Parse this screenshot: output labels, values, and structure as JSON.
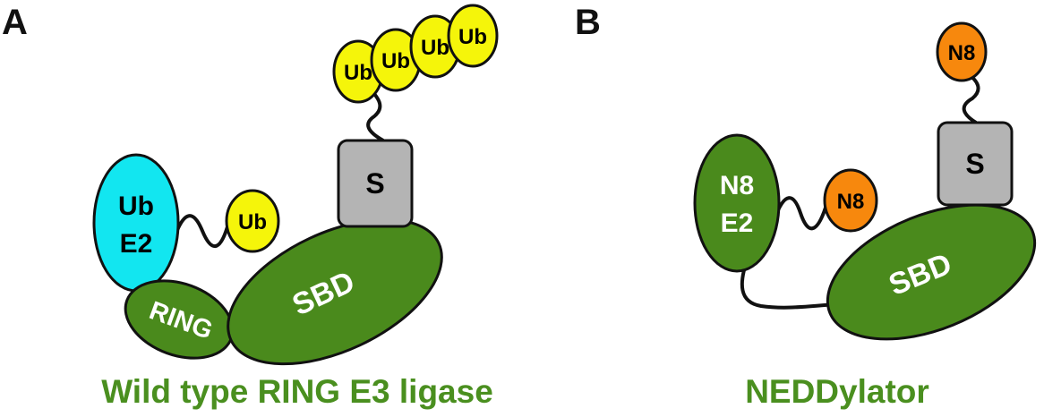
{
  "colors": {
    "green": "#4a8a1c",
    "caption_green": "#4a8f1f",
    "cyan": "#12e6f0",
    "yellow": "#f5f50a",
    "orange": "#f7880d",
    "gray": "#b4b4b4",
    "outline": "#111111"
  },
  "panel_a": {
    "letter": "A",
    "e2_line1": "Ub",
    "e2_line2": "E2",
    "ub_on_e2": "Ub",
    "ring": "RING",
    "sbd": "SBD",
    "substrate": "S",
    "ub_chain": [
      "Ub",
      "Ub",
      "Ub",
      "Ub"
    ],
    "caption": "Wild type RING E3 ligase"
  },
  "panel_b": {
    "letter": "B",
    "e2_line1": "N8",
    "e2_line2": "E2",
    "n8_on_e2": "N8",
    "sbd": "SBD",
    "substrate": "S",
    "n8_on_substrate": "N8",
    "caption": "NEDDylator"
  }
}
